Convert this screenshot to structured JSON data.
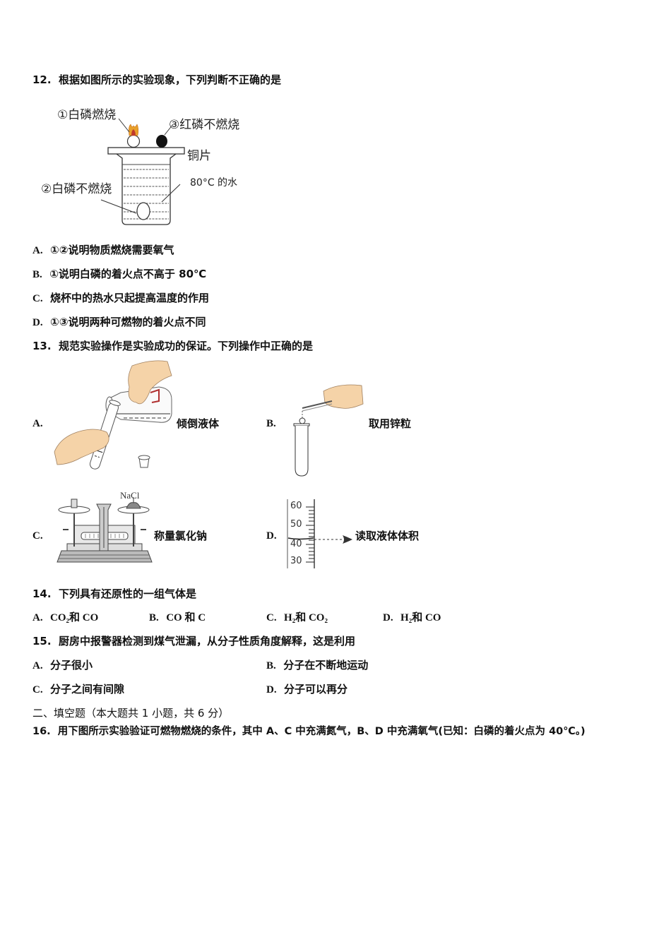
{
  "q12": {
    "number": "12.",
    "stem": "根据如图所示的实验现象，下列判断不正确的是",
    "figure": {
      "label1": "①白磷燃烧",
      "label2": "②白磷不燃烧",
      "label3": "③红磷不燃烧",
      "label_copper": "铜片",
      "label_water": "80°C 的水"
    },
    "options": [
      {
        "letter": "A.",
        "text": "①②说明物质燃烧需要氧气"
      },
      {
        "letter": "B.",
        "text": "①说明白磷的着火点不高于 80℃"
      },
      {
        "letter": "C.",
        "text": "烧杯中的热水只起提高温度的作用"
      },
      {
        "letter": "D.",
        "text": "①③说明两种可燃物的着火点不同"
      }
    ]
  },
  "q13": {
    "number": "13.",
    "stem": "规范实验操作是实验成功的保证。下列操作中正确的是",
    "options": [
      {
        "letter": "A.",
        "caption": "倾倒液体"
      },
      {
        "letter": "B.",
        "caption": "取用锌粒"
      },
      {
        "letter": "C.",
        "caption": "称量氯化钠",
        "figure_label": "NaCl"
      },
      {
        "letter": "D.",
        "caption": "读取液体体积",
        "scale": [
          "60",
          "50",
          "40",
          "30"
        ]
      }
    ]
  },
  "q14": {
    "number": "14.",
    "stem": "下列具有还原性的一组气体是",
    "options": [
      {
        "letter": "A.",
        "text": "CO₂和 CO"
      },
      {
        "letter": "B.",
        "text": "CO 和 C"
      },
      {
        "letter": "C.",
        "text": "H₂和 CO₂"
      },
      {
        "letter": "D.",
        "text": "H₂和 CO"
      }
    ]
  },
  "q15": {
    "number": "15.",
    "stem": "厨房中报警器检测到煤气泄漏，从分子性质角度解释，这是利用",
    "options": [
      {
        "letter": "A.",
        "text": "分子很小"
      },
      {
        "letter": "B.",
        "text": "分子在不断地运动"
      },
      {
        "letter": "C.",
        "text": "分子之间有间隙"
      },
      {
        "letter": "D.",
        "text": "分子可以再分"
      }
    ]
  },
  "section2": {
    "heading": "二、填空题（本大题共 1 小题，共 6 分）"
  },
  "q16": {
    "number": "16.",
    "stem": "用下图所示实验验证可燃物燃烧的条件，其中 A、C 中充满氮气，B、D 中充满氧气(已知：白磷的着火点为 40℃。)"
  }
}
